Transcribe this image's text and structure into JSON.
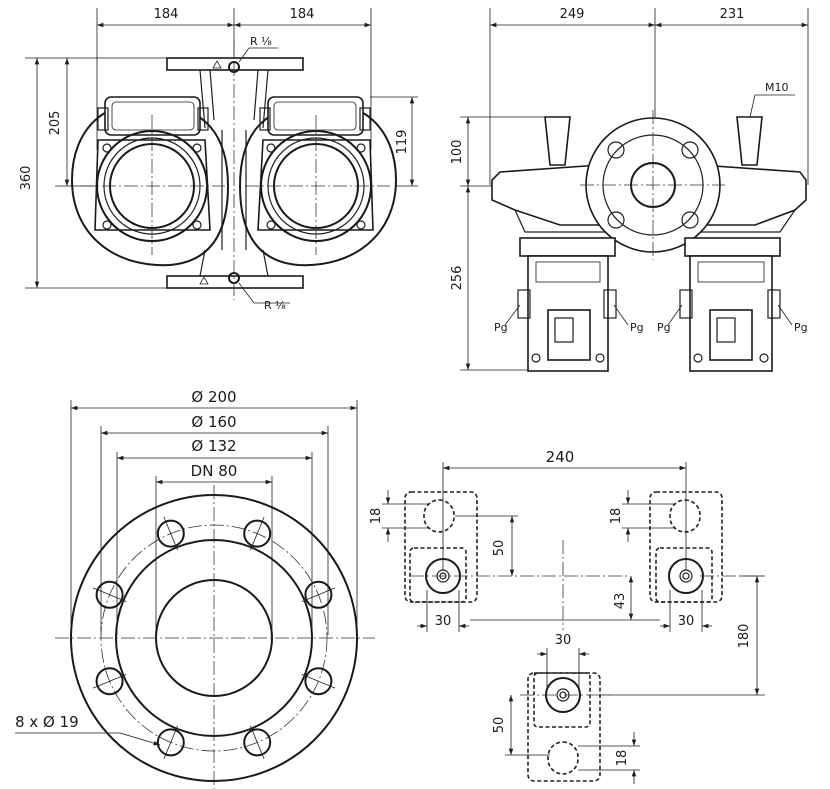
{
  "front_view": {
    "dims": {
      "left_half_width": "184",
      "right_half_width": "184",
      "overall_height": "360",
      "upper_height": "205",
      "right_upper_height": "119"
    },
    "ports": {
      "top_port_label": "R ¹⁄₈",
      "bottom_port_label": "R ¹⁄₈"
    }
  },
  "side_view": {
    "dims": {
      "left_width": "249",
      "right_width": "231",
      "top_height": "100",
      "lower_height": "256"
    },
    "labels": {
      "bolt": "M10",
      "cable_gland_1": "Pg",
      "cable_gland_2": "Pg",
      "cable_gland_3": "Pg",
      "cable_gland_4": "Pg"
    }
  },
  "flange_view": {
    "dims": {
      "outer_diameter": "Ø 200",
      "bolt_circle": "Ø 160",
      "seal_diameter": "Ø 132",
      "nominal_diameter": "DN 80",
      "holes": "8 x Ø 19"
    }
  },
  "footprint_view": {
    "dims": {
      "spacing_240": "240",
      "left_18": "18",
      "left_50": "50",
      "right_18": "18",
      "mid_43": "43",
      "left_30": "30",
      "right_30": "30",
      "total_180": "180",
      "bottom_30": "30",
      "bottom_50": "50",
      "bottom_18": "18"
    }
  }
}
